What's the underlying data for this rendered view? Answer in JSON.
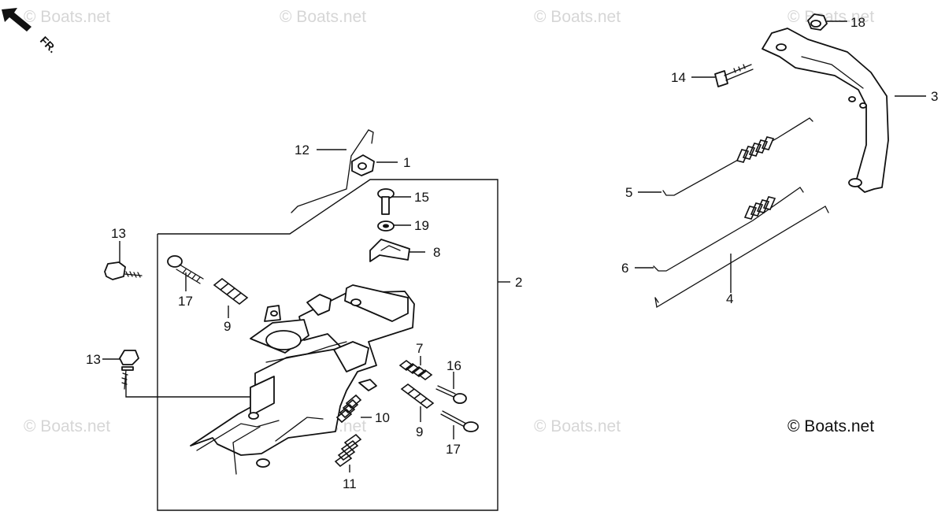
{
  "watermark": "© Boats.net",
  "copyright": "© Boats.net",
  "direction_label": "FR.",
  "parts": {
    "p1": "1",
    "p2": "2",
    "p3": "3",
    "p4": "4",
    "p5": "5",
    "p6": "6",
    "p7": "7",
    "p8": "8",
    "p9a": "9",
    "p9b": "9",
    "p10": "10",
    "p11": "11",
    "p12": "12",
    "p13a": "13",
    "p13b": "13",
    "p14": "14",
    "p15": "15",
    "p16": "16",
    "p17a": "17",
    "p17b": "17",
    "p18": "18",
    "p19": "19"
  },
  "colors": {
    "line": "#111111",
    "watermark": "#d6d6d6",
    "background": "#ffffff"
  }
}
